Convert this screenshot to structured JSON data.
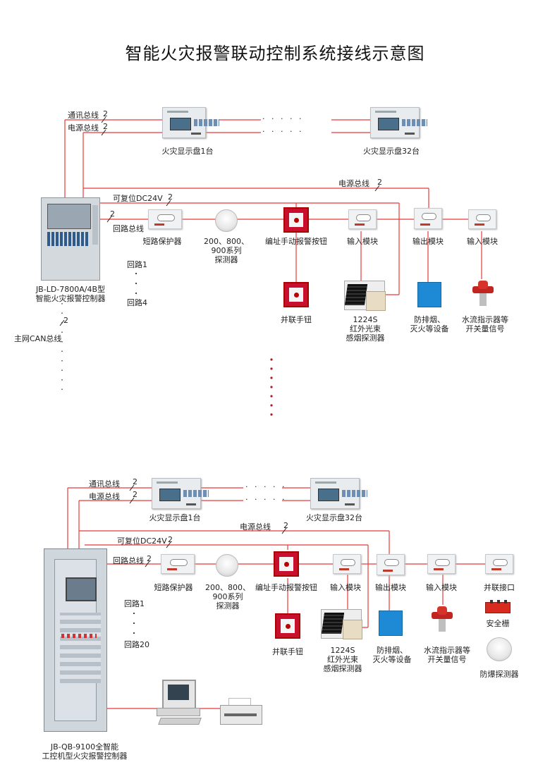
{
  "title": "智能火灾报警联动控制系统接线示意图",
  "mark": "2",
  "dots": "· · · · ·",
  "top": {
    "comm_bus": "通讯总线",
    "power_bus": "电源总线",
    "display1": "火灾显示盘1台",
    "display32": "火灾显示盘32台",
    "power_bus2": "电源总线",
    "resettable": "可复位DC24V",
    "loop_bus": "回路总线",
    "short_protector": "短路保护器",
    "detector": "200、800、\n900系列\n探测器",
    "call_point": "编址手动报警按钮",
    "input_module": "输入模块",
    "output_module": "输出模块",
    "input_module2": "输入模块",
    "loop1": "回路1",
    "loop4": "回路4",
    "parallel_button": "并联手钮",
    "beam_detector": "1224S\n红外光束\n感烟探测器",
    "smoke_equipment": "防排烟、\n灭火等设备",
    "water_flow": "水流指示器等\n开关量信号",
    "controller": "JB-LD-7800A/4B型\n智能火灾报警控制器",
    "can_bus": "主网CAN总线"
  },
  "bottom": {
    "comm_bus": "通讯总线",
    "power_bus": "电源总线",
    "display1": "火灾显示盘1台",
    "display32": "火灾显示盘32台",
    "power_bus2": "电源总线",
    "resettable": "可复位DC24V",
    "loop_bus": "回路总线",
    "short_protector": "短路保护器",
    "detector": "200、800、\n900系列\n探测器",
    "call_point": "编址手动报警按钮",
    "input_module": "输入模块",
    "output_module": "输出模块",
    "input_module2": "输入模块",
    "parallel_interface": "并联接口",
    "loop1": "回路1",
    "loop20": "回路20",
    "parallel_button": "并联手钮",
    "beam_detector": "1224S\n红外光束\n感烟探测器",
    "smoke_equipment": "防排烟、\n灭火等设备",
    "water_flow": "水流指示器等\n开关量信号",
    "safety_barrier": "安全栅",
    "explosion_detector": "防爆探测器",
    "controller": "JB-QB-9100全智能\n工控机型火灾报警控制器"
  },
  "colors": {
    "wire": "#e83a3a",
    "dots": "#b0182a",
    "title": "#111111"
  }
}
